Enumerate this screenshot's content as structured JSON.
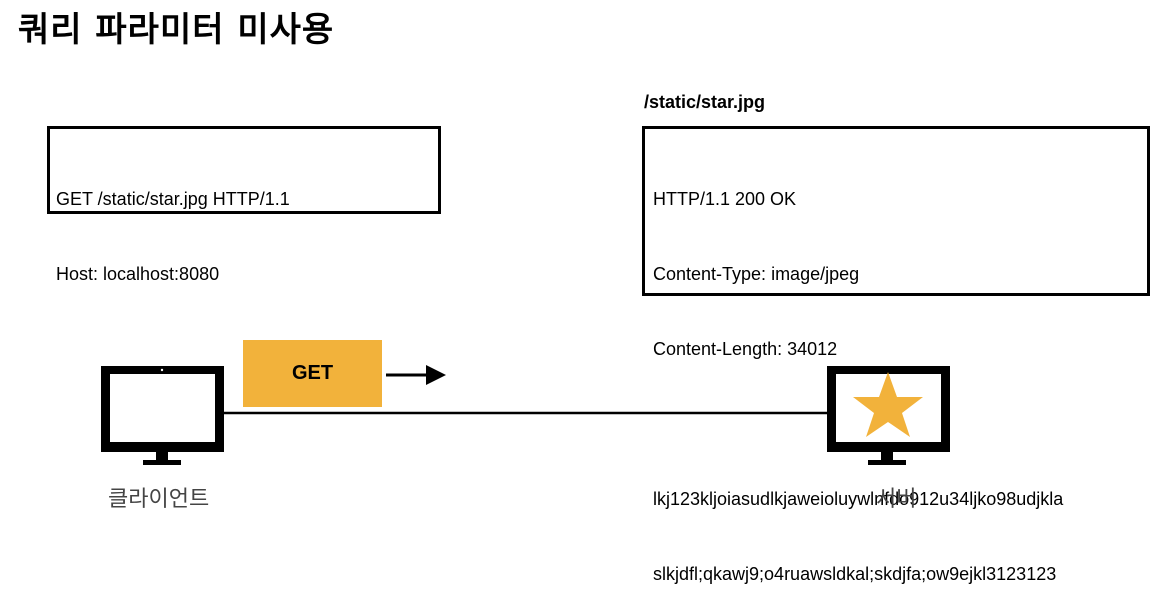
{
  "title": "쿼리 파라미터 미사용",
  "request": {
    "lines": [
      "GET /static/star.jpg HTTP/1.1",
      "Host: localhost:8080"
    ]
  },
  "response": {
    "path": "/static/star.jpg",
    "lines": [
      "HTTP/1.1 200 OK",
      "Content-Type: image/jpeg",
      "Content-Length: 34012",
      "",
      "lkj123kljoiasudlkjaweioluywlnfdo912u34ljko98udjkla",
      "slkjdfl;qkawj9;o4ruawsldkal;skdjfa;ow9ejkl3123123"
    ]
  },
  "method_tag": "GET",
  "client": {
    "label": "클라이언트",
    "icon": "monitor-icon"
  },
  "server": {
    "label": "서버",
    "icon": "monitor-star-icon"
  },
  "colors": {
    "accent": "#f2b23b",
    "line": "#000000"
  }
}
